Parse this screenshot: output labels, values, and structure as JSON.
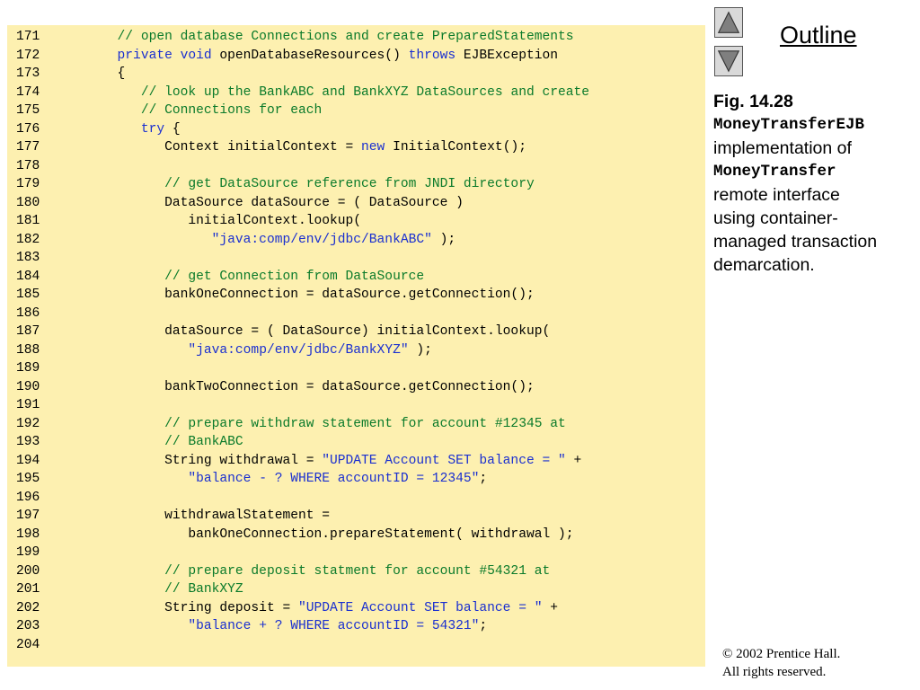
{
  "outline": {
    "title": "Outline"
  },
  "caption": {
    "fig": "Fig. 14.28",
    "class_name": "MoneyTransferEJB",
    "line1": "implementation of",
    "interface_name": "MoneyTransfer",
    "line2": "remote interface",
    "line3": "using container-",
    "line4": "managed transaction",
    "line5": "demarcation."
  },
  "copyright": {
    "line1": "© 2002 Prentice Hall.",
    "line2": "All rights reserved."
  },
  "code": [
    {
      "n": "171",
      "segs": [
        [
          "      ",
          ""
        ],
        [
          "// open database Connections and create PreparedStatements",
          "cm"
        ]
      ]
    },
    {
      "n": "172",
      "segs": [
        [
          "      ",
          ""
        ],
        [
          "private void",
          "kw"
        ],
        [
          " openDatabaseResources() ",
          ""
        ],
        [
          "throws",
          "kw"
        ],
        [
          " EJBException",
          ""
        ]
      ]
    },
    {
      "n": "173",
      "segs": [
        [
          "      {",
          ""
        ]
      ]
    },
    {
      "n": "174",
      "segs": [
        [
          "         ",
          ""
        ],
        [
          "// look up the BankABC and BankXYZ DataSources and create",
          "cm"
        ]
      ]
    },
    {
      "n": "175",
      "segs": [
        [
          "         ",
          ""
        ],
        [
          "// Connections for each",
          "cm"
        ]
      ]
    },
    {
      "n": "176",
      "segs": [
        [
          "         ",
          ""
        ],
        [
          "try",
          "kw"
        ],
        [
          " {",
          ""
        ]
      ]
    },
    {
      "n": "177",
      "segs": [
        [
          "            Context initialContext = ",
          ""
        ],
        [
          "new",
          "kw"
        ],
        [
          " InitialContext();",
          ""
        ]
      ]
    },
    {
      "n": "178",
      "segs": []
    },
    {
      "n": "179",
      "segs": [
        [
          "            ",
          ""
        ],
        [
          "// get DataSource reference from JNDI directory",
          "cm"
        ]
      ]
    },
    {
      "n": "180",
      "segs": [
        [
          "            DataSource dataSource = ( DataSource )",
          ""
        ]
      ]
    },
    {
      "n": "181",
      "segs": [
        [
          "               initialContext.lookup(",
          ""
        ]
      ]
    },
    {
      "n": "182",
      "segs": [
        [
          "                  ",
          ""
        ],
        [
          "\"java:comp/env/jdbc/BankABC\"",
          "st"
        ],
        [
          " );",
          ""
        ]
      ]
    },
    {
      "n": "183",
      "segs": []
    },
    {
      "n": "184",
      "segs": [
        [
          "            ",
          ""
        ],
        [
          "// get Connection from DataSource",
          "cm"
        ]
      ]
    },
    {
      "n": "185",
      "segs": [
        [
          "            bankOneConnection = dataSource.getConnection();",
          ""
        ]
      ]
    },
    {
      "n": "186",
      "segs": []
    },
    {
      "n": "187",
      "segs": [
        [
          "            dataSource = ( DataSource) initialContext.lookup(",
          ""
        ]
      ]
    },
    {
      "n": "188",
      "segs": [
        [
          "               ",
          ""
        ],
        [
          "\"java:comp/env/jdbc/BankXYZ\"",
          "st"
        ],
        [
          " );",
          ""
        ]
      ]
    },
    {
      "n": "189",
      "segs": []
    },
    {
      "n": "190",
      "segs": [
        [
          "            bankTwoConnection = dataSource.getConnection();",
          ""
        ]
      ]
    },
    {
      "n": "191",
      "segs": []
    },
    {
      "n": "192",
      "segs": [
        [
          "            ",
          ""
        ],
        [
          "// prepare withdraw statement for account #12345 at",
          "cm"
        ]
      ]
    },
    {
      "n": "193",
      "segs": [
        [
          "            ",
          ""
        ],
        [
          "// BankABC",
          "cm"
        ]
      ]
    },
    {
      "n": "194",
      "segs": [
        [
          "            String withdrawal = ",
          ""
        ],
        [
          "\"UPDATE Account SET balance = \"",
          "st"
        ],
        [
          " +",
          ""
        ]
      ]
    },
    {
      "n": "195",
      "segs": [
        [
          "               ",
          ""
        ],
        [
          "\"balance - ? WHERE accountID = 12345\"",
          "st"
        ],
        [
          ";",
          ""
        ]
      ]
    },
    {
      "n": "196",
      "segs": []
    },
    {
      "n": "197",
      "segs": [
        [
          "            withdrawalStatement =",
          ""
        ]
      ]
    },
    {
      "n": "198",
      "segs": [
        [
          "               bankOneConnection.prepareStatement( withdrawal );",
          ""
        ]
      ]
    },
    {
      "n": "199",
      "segs": []
    },
    {
      "n": "200",
      "segs": [
        [
          "            ",
          ""
        ],
        [
          "// prepare deposit statment for account #54321 at",
          "cm"
        ]
      ]
    },
    {
      "n": "201",
      "segs": [
        [
          "            ",
          ""
        ],
        [
          "// BankXYZ",
          "cm"
        ]
      ]
    },
    {
      "n": "202",
      "segs": [
        [
          "            String deposit = ",
          ""
        ],
        [
          "\"UPDATE Account SET balance = \"",
          "st"
        ],
        [
          " +",
          ""
        ]
      ]
    },
    {
      "n": "203",
      "segs": [
        [
          "               ",
          ""
        ],
        [
          "\"balance + ? WHERE accountID = 54321\"",
          "st"
        ],
        [
          ";",
          ""
        ]
      ]
    },
    {
      "n": "204",
      "segs": []
    }
  ]
}
